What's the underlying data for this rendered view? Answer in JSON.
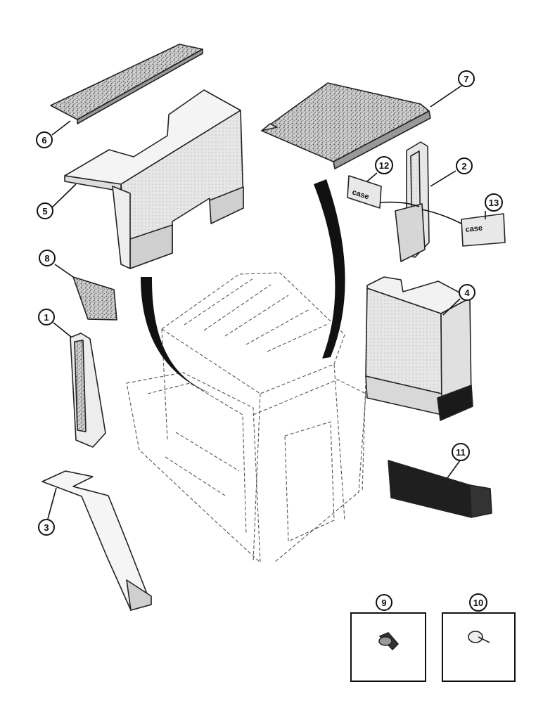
{
  "callouts": [
    {
      "id": "1",
      "label": "1"
    },
    {
      "id": "2",
      "label": "2"
    },
    {
      "id": "3",
      "label": "3"
    },
    {
      "id": "4",
      "label": "4"
    },
    {
      "id": "5",
      "label": "5"
    },
    {
      "id": "6",
      "label": "6"
    },
    {
      "id": "7",
      "label": "7"
    },
    {
      "id": "8",
      "label": "8"
    },
    {
      "id": "9",
      "label": "9"
    },
    {
      "id": "10",
      "label": "10"
    },
    {
      "id": "11",
      "label": "11"
    },
    {
      "id": "12",
      "label": "12"
    },
    {
      "id": "13",
      "label": "13"
    }
  ],
  "decals": {
    "decal_12": "case",
    "decal_13": "case"
  },
  "colors": {
    "ink": "#111111",
    "panel_fill": "#f3f3f3",
    "foam_fill": "#bdbdbd",
    "dark_fill": "#1a1a1a"
  }
}
